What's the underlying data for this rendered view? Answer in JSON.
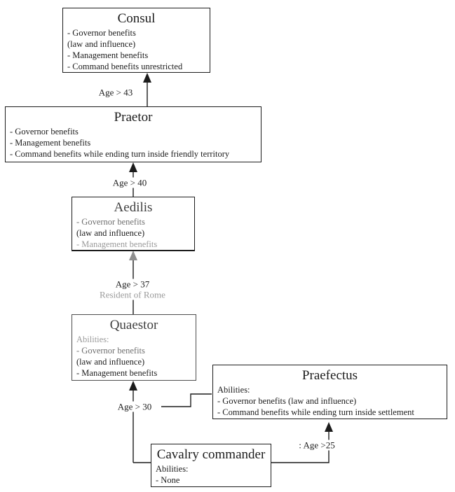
{
  "colors": {
    "ink": "#1c1c1c",
    "muted_gray": "#9a9a9a",
    "dim_gray": "#6f6f6f",
    "background": "#ffffff"
  },
  "nodes": {
    "consul": {
      "title": "Consul",
      "lines": [
        "- Governor benefits",
        "(law and influence)",
        "- Management benefits",
        "- Command benefits unrestricted"
      ]
    },
    "praetor": {
      "title": "Praetor",
      "lines": [
        "- Governor benefits",
        "- Management benefits",
        "- Command benefits while ending turn inside friendly territory"
      ]
    },
    "aedilis": {
      "title": "Aedilis",
      "lines": [
        "- Governor benefits",
        "(law and influence)",
        "- Management benefits"
      ]
    },
    "quaestor": {
      "title": "Quaestor",
      "lines": [
        "Abilities:",
        "- Governor benefits",
        "(law and influence)",
        "- Management benefits"
      ]
    },
    "praefectus": {
      "title": "Praefectus",
      "lines": [
        "Abilities:",
        "- Governor benefits (law and influence)",
        "- Command benefits while ending turn inside settlement"
      ]
    },
    "cavalry": {
      "title": "Cavalry commander",
      "lines": [
        "Abilities:",
        "- None"
      ]
    }
  },
  "edge_labels": {
    "praetor_to_consul": "Age > 43",
    "aedilis_to_praetor": "Age > 40",
    "quaestor_to_aedilis_age": "Age > 37",
    "quaestor_to_aedilis_req": "Resident of Rome",
    "cavalry_to_quaestor": "Age > 30",
    "cavalry_to_praefectus": ": Age >25"
  }
}
